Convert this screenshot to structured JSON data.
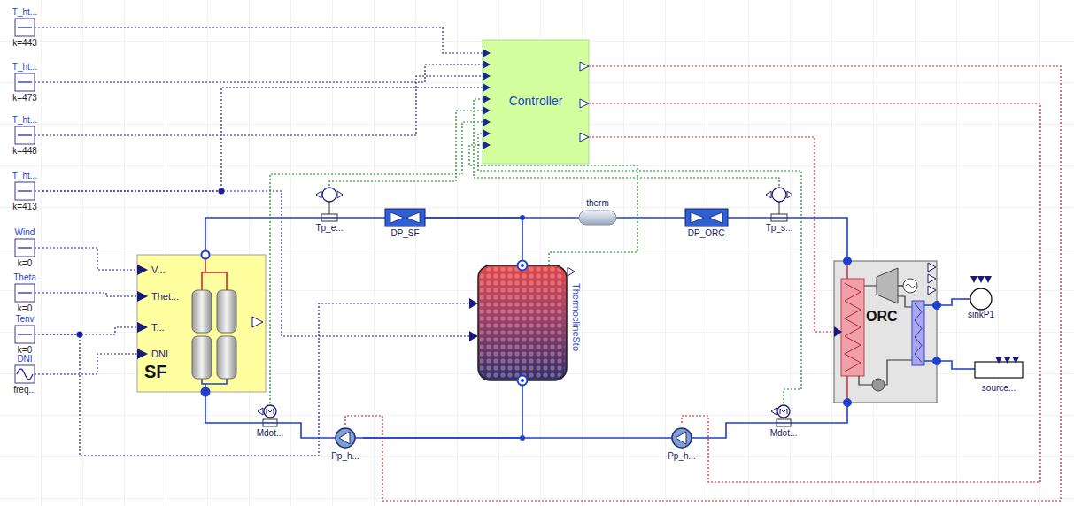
{
  "diagram": {
    "nodes": [
      {
        "text": [
          "T_ht...",
          "k=443"
        ]
      },
      {
        "text": [
          "T_ht...",
          "k=473"
        ]
      },
      {
        "text": [
          "T_ht...",
          "k=448"
        ]
      },
      {
        "text": [
          "T_ht...",
          "k=413"
        ]
      },
      {
        "text": [
          "Wind",
          "k=0"
        ]
      },
      {
        "text": [
          "Theta",
          "k=0"
        ]
      },
      {
        "text": [
          "Tenv",
          "k=0"
        ]
      },
      {
        "text": [
          "DNI",
          "freq..."
        ]
      },
      {
        "text": [
          "Controller"
        ]
      },
      {
        "text": [
          "V...",
          "Thet...",
          "T...",
          "DNI",
          "SF"
        ]
      },
      {
        "text": [
          "Tp_e..."
        ]
      },
      {
        "text": [
          "DP_SF"
        ]
      },
      {
        "text": [
          "therm"
        ]
      },
      {
        "text": [
          "DP_ORC"
        ]
      },
      {
        "text": [
          "Tp_s..."
        ]
      },
      {
        "text": [
          "ThermoclineSto"
        ]
      },
      {
        "text": [
          "ORC"
        ]
      },
      {
        "text": [
          "sinkP1"
        ]
      },
      {
        "text": [
          "source..."
        ]
      },
      {
        "text": [
          "Mdot..."
        ]
      },
      {
        "text": [
          "Pp_h..."
        ]
      },
      {
        "text": [
          "Pp_h..."
        ]
      },
      {
        "text": [
          "Mdot..."
        ]
      }
    ],
    "edges": [
      {
        "from": 0,
        "to": 8,
        "arrow": "none"
      },
      {
        "from": 1,
        "to": 8,
        "arrow": "none"
      },
      {
        "from": 2,
        "to": 8,
        "arrow": "none"
      },
      {
        "from": 3,
        "to": 8,
        "arrow": "none"
      },
      {
        "from": 4,
        "to": 9,
        "arrow": "none"
      },
      {
        "from": 5,
        "to": 9,
        "arrow": "none"
      },
      {
        "from": 6,
        "to": 9,
        "arrow": "none"
      },
      {
        "from": 7,
        "to": 9,
        "arrow": "none"
      },
      {
        "from": 3,
        "to": 15,
        "arrow": "none"
      },
      {
        "from": 6,
        "to": 15,
        "arrow": "none"
      },
      {
        "from": 8,
        "to": 20,
        "arrow": "none"
      },
      {
        "from": 8,
        "to": 21,
        "arrow": "none"
      },
      {
        "from": 8,
        "to": 16,
        "arrow": "none"
      },
      {
        "from": 14,
        "to": 8,
        "arrow": "none"
      },
      {
        "from": 10,
        "to": 8,
        "arrow": "none"
      },
      {
        "from": 19,
        "to": 8,
        "arrow": "none"
      },
      {
        "from": 22,
        "to": 8,
        "arrow": "none"
      },
      {
        "from": 15,
        "to": 8,
        "arrow": "none"
      },
      {
        "from": 9,
        "to": 10,
        "arrow": "none"
      },
      {
        "from": 10,
        "to": 11,
        "arrow": "none"
      },
      {
        "from": 11,
        "to": 12,
        "arrow": "none"
      },
      {
        "from": 11,
        "to": 15,
        "arrow": "none"
      },
      {
        "from": 12,
        "to": 13,
        "arrow": "none"
      },
      {
        "from": 13,
        "to": 14,
        "arrow": "none"
      },
      {
        "from": 14,
        "to": 16,
        "arrow": "none"
      },
      {
        "from": 16,
        "to": 22,
        "arrow": "none"
      },
      {
        "from": 22,
        "to": 21,
        "arrow": "none"
      },
      {
        "from": 21,
        "to": 20,
        "arrow": "none"
      },
      {
        "from": 15,
        "to": 20,
        "arrow": "none"
      },
      {
        "from": 20,
        "to": 19,
        "arrow": "none"
      },
      {
        "from": 19,
        "to": 9,
        "arrow": "none"
      },
      {
        "from": 16,
        "to": 17,
        "arrow": "none"
      },
      {
        "from": 18,
        "to": 16,
        "arrow": "none"
      }
    ]
  }
}
